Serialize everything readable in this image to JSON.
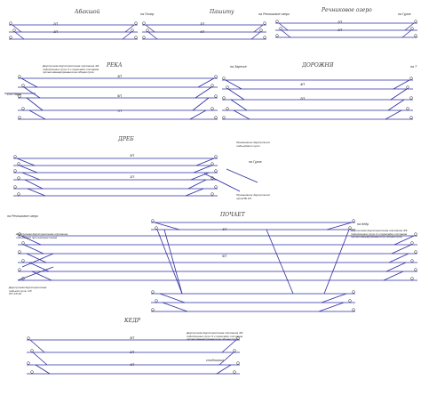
{
  "colors": {
    "track": "#2c2ba0",
    "signal": "#2c2ba0",
    "ink": "#333333",
    "background": "#ffffff"
  },
  "stations": [
    {
      "id": "s1",
      "name": "Абакшой"
    },
    {
      "id": "s2",
      "name": "Пашиту"
    },
    {
      "id": "s3",
      "name": "Речниковое озеро"
    },
    {
      "id": "s4",
      "name": "РЕКА"
    },
    {
      "id": "s5",
      "name": "ДОРОЖНЯ"
    },
    {
      "id": "s6",
      "name": "ДРЕБ"
    },
    {
      "id": "s7",
      "name": "ПОЧАЕТ"
    },
    {
      "id": "s8",
      "name": "КЕДР"
    }
  ],
  "directions": [
    {
      "id": "d1",
      "text": "на Пичер"
    },
    {
      "id": "d2",
      "text": "на Речниковое озеро"
    },
    {
      "id": "d3",
      "text": "на Гуров"
    },
    {
      "id": "d4",
      "text": "на Заречье"
    },
    {
      "id": "d5",
      "text": "на Т"
    },
    {
      "id": "d6",
      "text": "Ст. Заря"
    },
    {
      "id": "d7",
      "text": "на Гуров"
    },
    {
      "id": "d8",
      "text": "на Речниковое озеро"
    },
    {
      "id": "d9",
      "text": "на Кедр"
    },
    {
      "id": "d10",
      "text": "стоблисько"
    }
  ],
  "notes": [
    {
      "id": "n1",
      "text": "Двухпутная двухстрелочная горловина 4/6\nподключения пути 4 и пересадки составов\nпутем маневрирования на общем пути"
    },
    {
      "id": "n2",
      "text": "Примыкание двухпутного\nподъездного пути"
    },
    {
      "id": "n3",
      "text": "Примыкание двухпутного\nпутьПБ 1/8"
    },
    {
      "id": "n4",
      "text": "Двухпутная двухстрелочная горловина\nподъездной противокрестовая"
    },
    {
      "id": "n5",
      "text": "Двухпутная двухстрелочная\nподъезд пути 1/8\nПП 1/8 40"
    },
    {
      "id": "n6",
      "text": "Двухпутная двухстрелочная горловина 4/6\nподключения пути 4 и пересадки составов\nпутем маневрирования на общем пути"
    },
    {
      "id": "n7",
      "text": "Двухпутная двухстрелочная горловина 4/6\nподключения пути 4 и пересадки составов\nпутем маневрирования на общем пути"
    }
  ],
  "track_labels": [
    "2П",
    "3П",
    "1П",
    "4П",
    "2П",
    "1П",
    "3П",
    "5П",
    "7П",
    "4П",
    "2П",
    "3П",
    "1П",
    "4П",
    "5П",
    "3П",
    "1П",
    "4П"
  ]
}
